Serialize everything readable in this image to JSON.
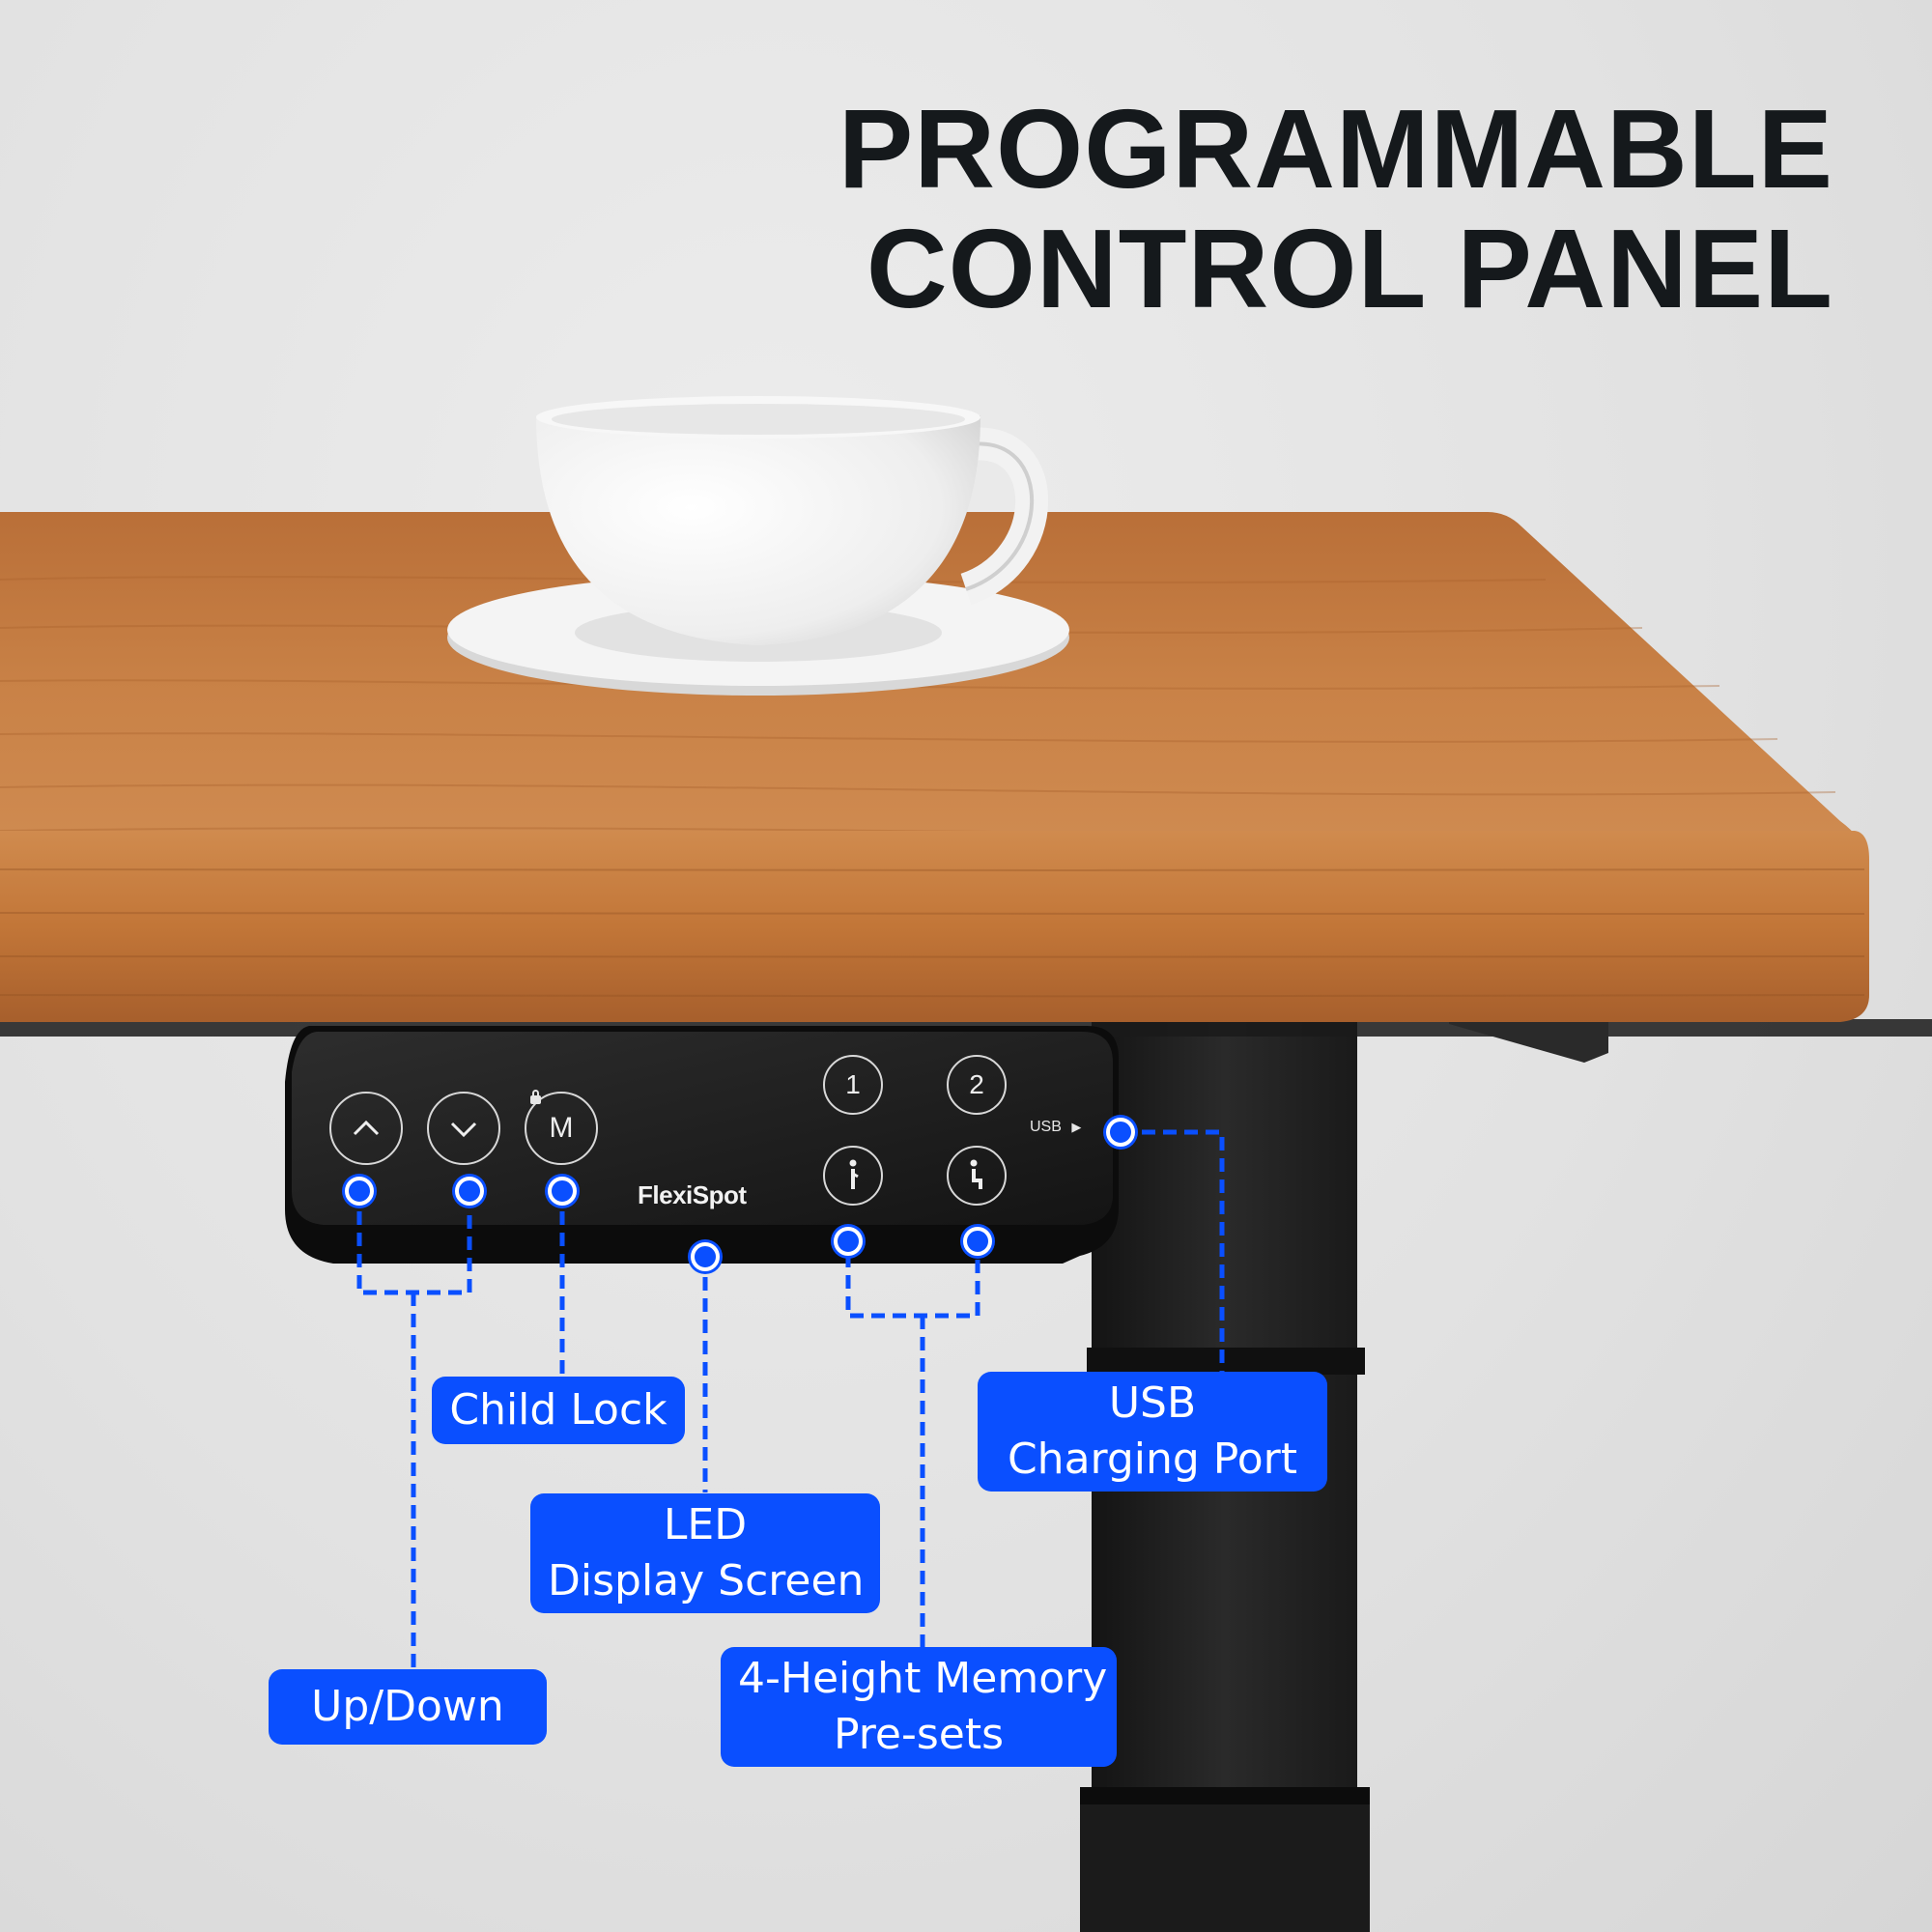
{
  "headline": {
    "line1": "PROGRAMMABLE",
    "line2": "CONTROL PANEL"
  },
  "panel": {
    "brand": "FlexiSpot",
    "usb_label": "USB",
    "buttons": [
      {
        "name": "up-button",
        "glyph": "⌃"
      },
      {
        "name": "down-button",
        "glyph": "⌄"
      },
      {
        "name": "memory-button",
        "glyph": "M"
      },
      {
        "name": "preset-1-button",
        "glyph": "1"
      },
      {
        "name": "preset-2-button",
        "glyph": "2"
      },
      {
        "name": "preset-stand-button",
        "glyph": "stand-icon"
      },
      {
        "name": "preset-sit-button",
        "glyph": "sit-icon"
      }
    ]
  },
  "callouts": {
    "child_lock": "Child Lock",
    "led_line1": "LED",
    "led_line2": "Display Screen",
    "up_down": "Up/Down",
    "memory_line1": "4-Height Memory",
    "memory_line2": "Pre-sets",
    "usb_line1": "USB",
    "usb_line2": "Charging Port"
  },
  "colors": {
    "accent": "#0a4fff",
    "desk_wood": "#c67a3f",
    "panel": "#1c1c1c",
    "headline": "#15191c"
  }
}
